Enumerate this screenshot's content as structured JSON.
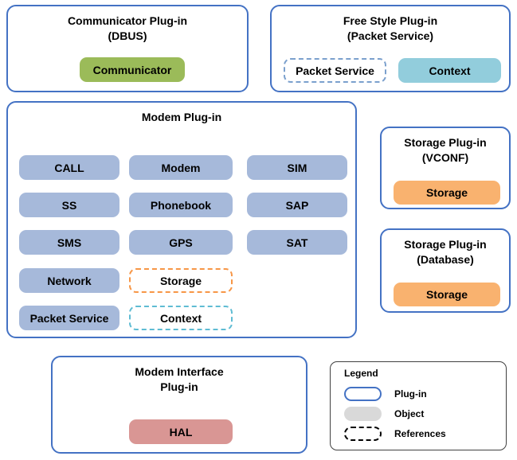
{
  "boxes": {
    "communicator": {
      "title_line1": "Communicator Plug-in",
      "title_line2": "(DBUS)",
      "object": "Communicator"
    },
    "free_style": {
      "title_line1": "Free Style Plug-in",
      "title_line2": "(Packet Service)",
      "packet_service_ref": "Packet Service",
      "context_object": "Context"
    },
    "modem": {
      "title": "Modem Plug-in",
      "objects": [
        "CALL",
        "Modem",
        "SIM",
        "SS",
        "Phonebook",
        "SAP",
        "SMS",
        "GPS",
        "SAT",
        "Network",
        "Packet Service"
      ],
      "storage_ref": "Storage",
      "context_ref": "Context"
    },
    "storage_vconf": {
      "title_line1": "Storage Plug-in",
      "title_line2": "(VCONF)",
      "object": "Storage"
    },
    "storage_db": {
      "title_line1": "Storage Plug-in",
      "title_line2": "(Database)",
      "object": "Storage"
    },
    "modem_interface": {
      "title_line1": "Modem Interface",
      "title_line2": "Plug-in",
      "object": "HAL"
    }
  },
  "legend": {
    "title": "Legend",
    "items": [
      {
        "label": "Plug-in"
      },
      {
        "label": "Object"
      },
      {
        "label": "References"
      }
    ]
  },
  "colors": {
    "plugin_border": "#4472C4",
    "object_blue": "#A6B9DA",
    "object_green": "#9BBB59",
    "object_cyan": "#92CDDC",
    "object_orange": "#F9B26F",
    "object_red": "#D99694",
    "ref_orange": "#F79646",
    "ref_cyan": "#5FBCD3",
    "ref_blue": "#7BA0CD",
    "legend_object_gray": "#D9D9D9"
  }
}
